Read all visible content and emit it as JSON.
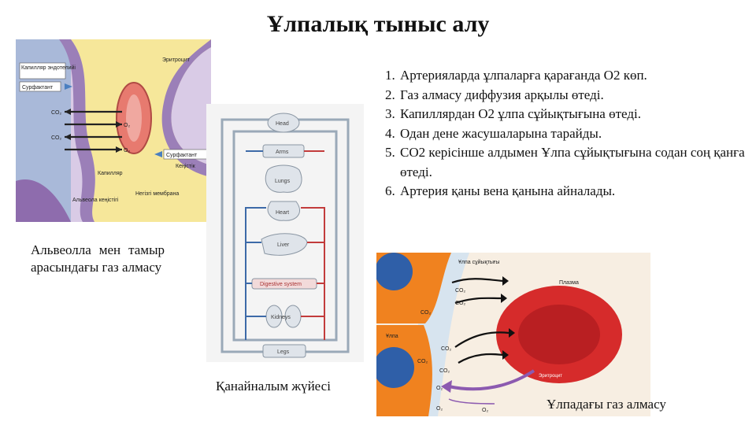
{
  "title": "Ұлпалық тыныс алу",
  "steps": [
    "Артерияларда ұлпаларға қарағанда О2 көп.",
    "Газ алмасу диффузия арқылы өтеді.",
    "Капиллярдан О2 ұлпа сұйықтығына өтеді.",
    "Одан дене жасушаларына тарайды.",
    "СО2 керісінше алдымен Ұлпа сұйықтығына содан соң қанға өтеді.",
    "Артерия қаны вена қанына айналады."
  ],
  "captions": {
    "alveoli": "Альвеолла мен тамыр арасындағы газ алмасу",
    "circulation": "Қанайналым жүйесі",
    "tissue": "Ұлпадағы газ алмасу"
  },
  "alveoli_figure": {
    "labels": {
      "capillary_endothelium": "Капилляр эндотелийі",
      "surfactant_left": "Сурфактант",
      "surfactant_right": "Сурфактант",
      "erythrocyte": "Эритроцит",
      "capillary": "Капилляр",
      "interstitium": "Кеңістік",
      "basement_membrane": "Негізгі мембрана",
      "alveolar_space": "Альвеола кеңістігі",
      "co2_a": "CO₂",
      "co2_b": "CO₂",
      "o2_a": "O₂",
      "o2_b": "O₂"
    }
  },
  "circulation_figure": {
    "labels": {
      "head": "Head",
      "arms": "Arms",
      "lungs": "Lungs",
      "heart": "Heart",
      "liver": "Liver",
      "digestive": "Digestive system",
      "kidneys": "Kidneys",
      "legs": "Legs"
    }
  },
  "tissue_figure": {
    "labels": {
      "fluid": "Ұлпа сұйықтығы",
      "plasma": "Плазма",
      "tissue": "Ұлпа",
      "erythrocyte": "Эритроцит",
      "co2_1": "CO₂",
      "co2_2": "CO₂",
      "co2_3": "CO₂",
      "co2_4": "CO₂",
      "co2_5": "CO₂",
      "co2_6": "CO₂",
      "o2_1": "O₂",
      "o2_2": "O₂",
      "o2_3": "O₂"
    }
  },
  "colors": {
    "tissue_orange": "#f0821f",
    "nucleus_blue": "#2f5fa8",
    "rbc_red": "#d62b2b",
    "plasma_beige": "#f7eee2",
    "alveoli_purple": "#9b7fb8",
    "alveoli_yellow": "#f6e79a"
  }
}
